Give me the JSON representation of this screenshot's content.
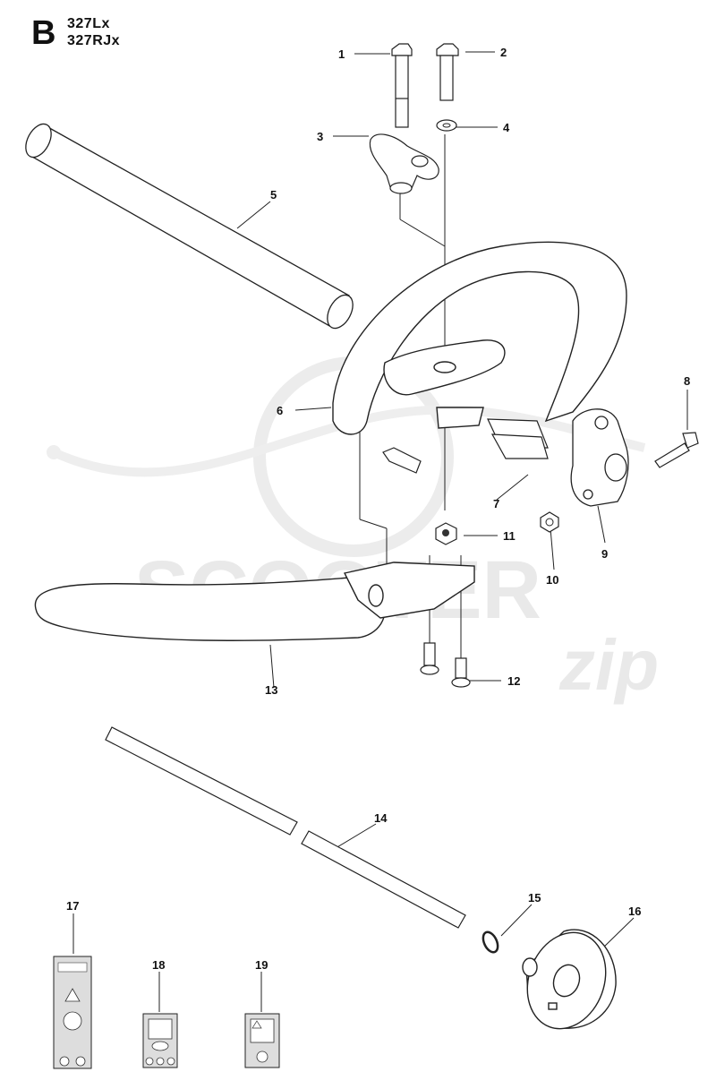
{
  "header": {
    "section_letter": "B",
    "models": [
      "327Lx",
      "327RJx"
    ]
  },
  "watermark": {
    "word": "SCOOTER",
    "script": "zip"
  },
  "callouts": [
    "1",
    "2",
    "3",
    "4",
    "5",
    "6",
    "7",
    "8",
    "9",
    "10",
    "11",
    "12",
    "13",
    "14",
    "15",
    "16",
    "17",
    "18",
    "19"
  ],
  "colors": {
    "line": "#222222",
    "watermark": "#e6e6e6",
    "label_fill": "#dddddd"
  }
}
